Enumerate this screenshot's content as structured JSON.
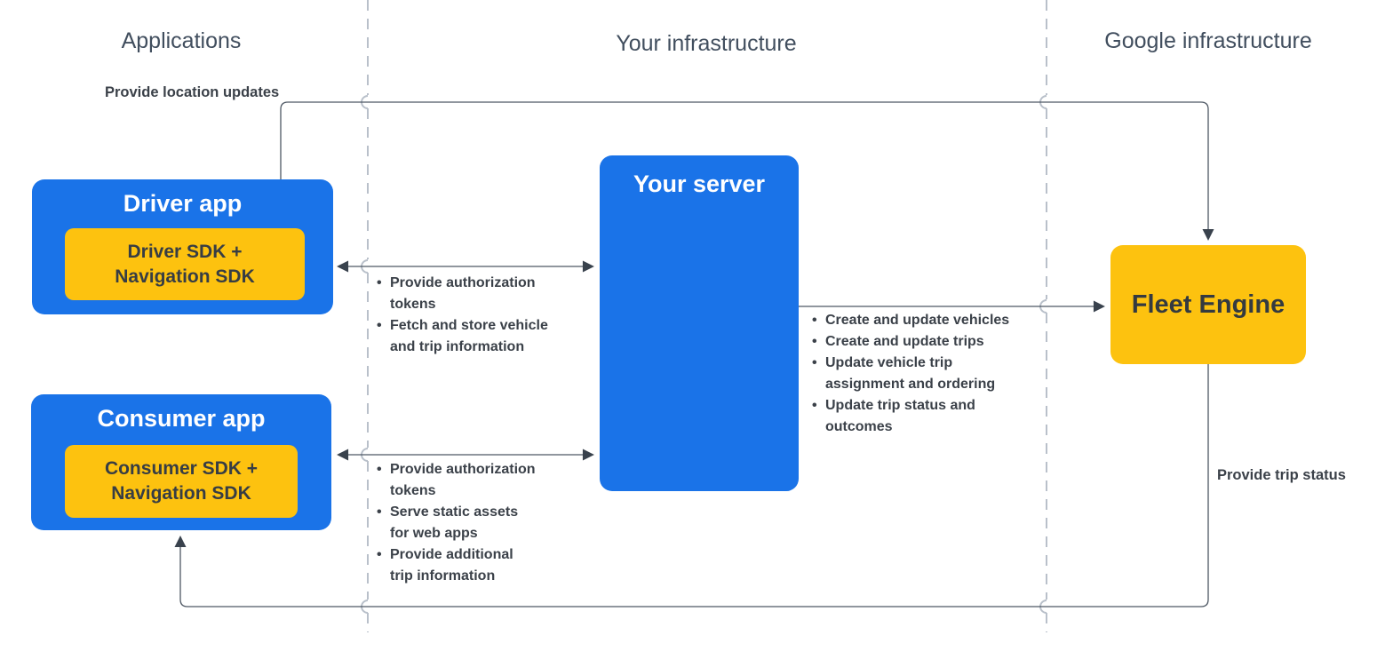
{
  "diagram": {
    "columns": {
      "applications": "Applications",
      "your_infrastructure": "Your infrastructure",
      "google_infrastructure": "Google infrastructure"
    },
    "nodes": {
      "driver_app": {
        "title": "Driver app",
        "sdk": "Driver SDK + Navigation SDK"
      },
      "consumer_app": {
        "title": "Consumer app",
        "sdk": "Consumer SDK + Navigation SDK"
      },
      "your_server": {
        "title": "Your server"
      },
      "fleet_engine": {
        "title": "Fleet Engine"
      }
    },
    "flow_labels": {
      "provide_location_updates": "Provide location updates",
      "provide_trip_status": "Provide trip status"
    },
    "bullet_lists": {
      "driver_to_server": {
        "items": [
          [
            "Provide authorization",
            "tokens"
          ],
          [
            "Fetch and store vehicle",
            "and trip information"
          ]
        ]
      },
      "consumer_to_server": {
        "items": [
          [
            "Provide authorization",
            "tokens"
          ],
          [
            "Serve static assets",
            "for web apps"
          ],
          [
            "Provide additional",
            "trip information"
          ]
        ]
      },
      "server_to_fleet": {
        "items": [
          [
            "Create and update vehicles"
          ],
          [
            "Create and update trips"
          ],
          [
            "Update vehicle trip",
            "assignment and ordering"
          ],
          [
            "Update trip status and",
            "outcomes"
          ]
        ]
      }
    },
    "colors": {
      "node_blue": "#1a73e8",
      "node_yellow": "#fdc20f",
      "line": "#4d5763",
      "dashed_divider": "#b9c0ca",
      "heading_text": "#414e5e",
      "label_text": "#3b4149",
      "dark_text": "#373d44",
      "white_text": "#ffffff"
    }
  }
}
